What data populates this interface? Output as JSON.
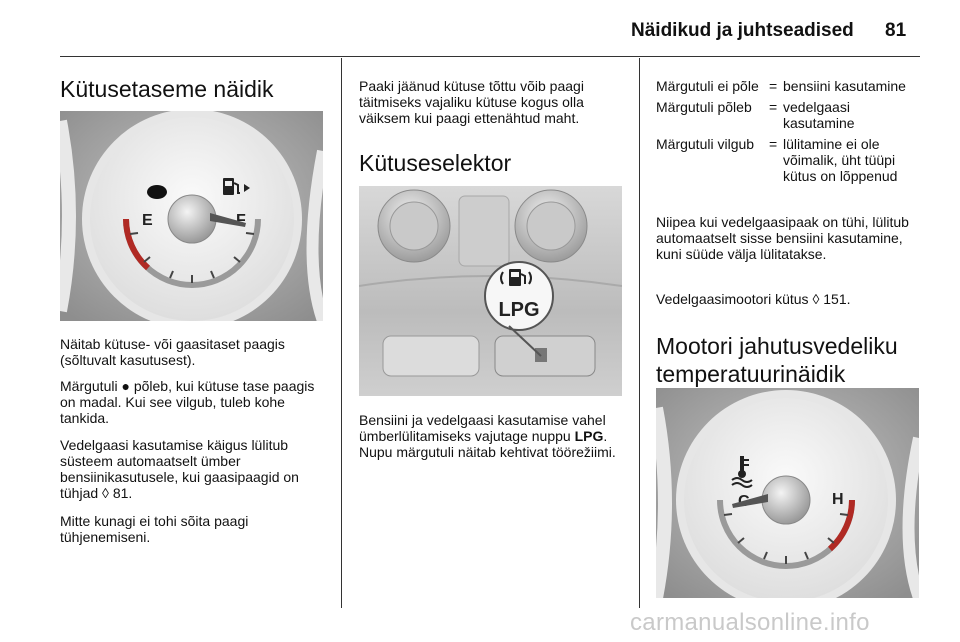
{
  "header": {
    "title": "Näidikud ja juhtseadised",
    "page_number": "81"
  },
  "col1": {
    "heading": "Kütusetaseme näidik",
    "gauge": {
      "empty_label": "E",
      "full_label": "F",
      "pump_icon": "fuel-pump-icon",
      "warning_icon": "fuel-warning-lamp-icon"
    },
    "p1": "Näitab kütuse- või gaasitaset paagis (sõltuvalt kasutusest).",
    "p2_a": "Märgutuli ",
    "p2_icon": "●",
    "p2_b": " põleb, kui kütuse tase paagis on madal. Kui see vilgub, tuleb kohe tankida.",
    "p3": "Vedelgaasi kasutamise käigus lülitub süsteem automaatselt ümber bensiinikasutusele, kui gaasipaagid on tühjad ",
    "p3_ref_icon": "◊",
    "p3_ref": " 81.",
    "p4": "Mitte kunagi ei tohi sõita paagi tühjenemiseni."
  },
  "col2": {
    "intro": "Paaki jäänud kütuse tõttu võib paagi täitmiseks vajaliku kütuse kogus olla väiksem kui paagi ettenähtud maht.",
    "heading": "Kütuseselektor",
    "button_label": "LPG",
    "p1": "Bensiini ja vedelgaasi kasutamise vahel ümberlülitamiseks vajutage nuppu ",
    "p1_bold": "LPG",
    "p1_b": ". Nupu märgutuli näitab kehtivat töörežiimi."
  },
  "col3": {
    "definitions": [
      {
        "term": "Märgutuli ei põle",
        "eq": "=",
        "def": "bensiini kasutamine"
      },
      {
        "term": "Märgutuli põleb",
        "eq": "=",
        "def": "vedelgaasi kasutamine"
      },
      {
        "term": "Märgutuli vilgub",
        "eq": "=",
        "def": "lülitamine ei ole võimalik, üht tüüpi kütus on lõppenud"
      }
    ],
    "p1": "Niipea kui vedelgaasipaak on tühi, lülitub automaatselt sisse bensiini kasutamine, kuni süüde välja lülitatakse.",
    "p2": "Vedelgaasimootori kütus ",
    "p2_ref_icon": "◊",
    "p2_ref": " 151.",
    "heading": "Mootori jahutusvedeliku temperatuurinäidik",
    "gauge": {
      "cold_label": "C",
      "hot_label": "H",
      "temp_icon": "coolant-temperature-icon"
    }
  },
  "watermark": "carmanualsonline.info"
}
